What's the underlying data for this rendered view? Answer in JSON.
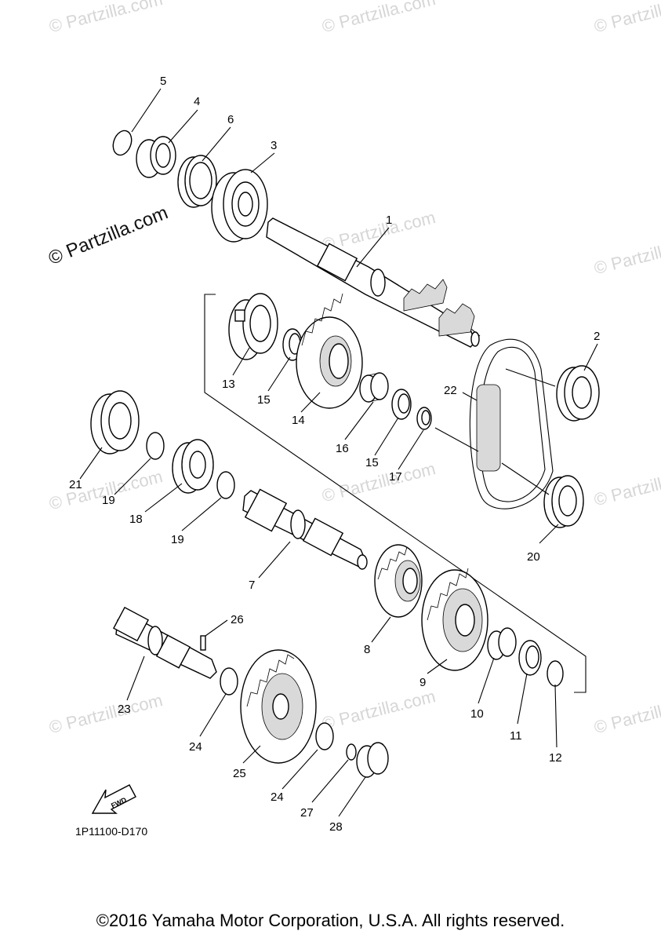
{
  "watermark": "© Partzilla.com",
  "brand_mark": "© Partzilla.com",
  "diagram_code": "1P11100-D170",
  "fwd_label": "FWD",
  "copyright": "©2016 Yamaha Motor Corporation, U.S.A. All rights reserved.",
  "callouts": {
    "c1": "1",
    "c2": "2",
    "c3": "3",
    "c4": "4",
    "c5": "5",
    "c6": "6",
    "c7": "7",
    "c8": "8",
    "c9": "9",
    "c10": "10",
    "c11": "11",
    "c12": "12",
    "c13": "13",
    "c14": "14",
    "c15a": "15",
    "c15b": "15",
    "c16": "16",
    "c17": "17",
    "c18": "18",
    "c19a": "19",
    "c19b": "19",
    "c20": "20",
    "c21": "21",
    "c22": "22",
    "c23": "23",
    "c24a": "24",
    "c24b": "24",
    "c25": "25",
    "c26": "26",
    "c27": "27",
    "c28": "28"
  }
}
